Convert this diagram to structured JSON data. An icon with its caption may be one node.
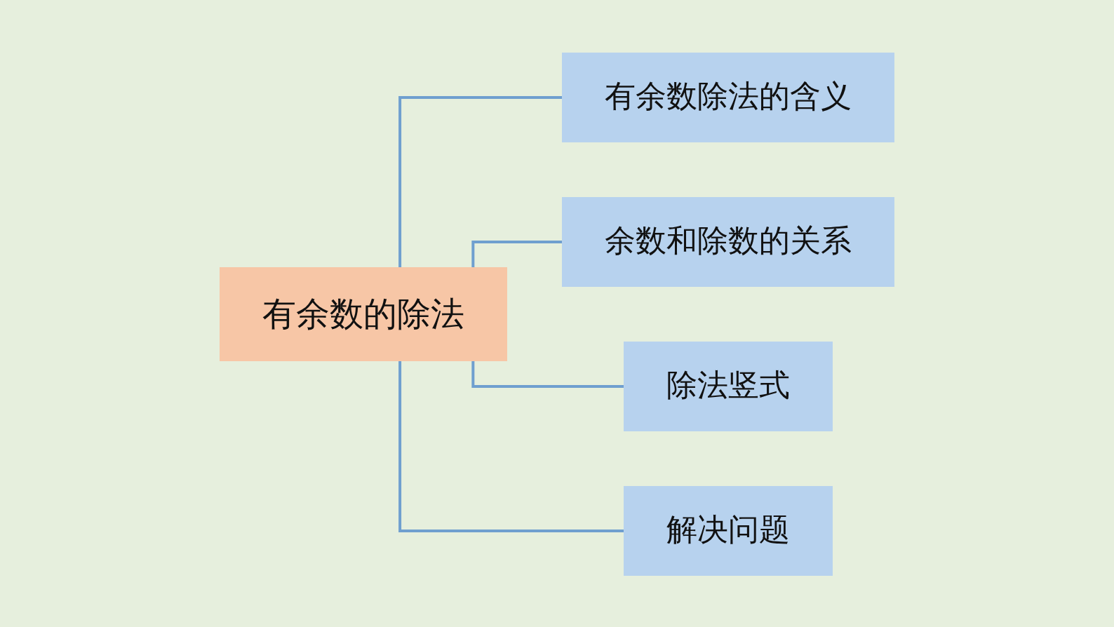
{
  "diagram": {
    "nodes": [
      {
        "text": [
          "有余数的除法"
        ]
      },
      {
        "text": [
          "有余数除法的含义"
        ]
      },
      {
        "text": [
          "余数和除数的关系"
        ]
      },
      {
        "text": [
          "除法竖式"
        ]
      },
      {
        "text": [
          "解决问题"
        ]
      }
    ],
    "edges": [
      {
        "from": 0,
        "to": 1,
        "arrow": "none"
      },
      {
        "from": 0,
        "to": 2,
        "arrow": "none"
      },
      {
        "from": 0,
        "to": 3,
        "arrow": "none"
      },
      {
        "from": 0,
        "to": 4,
        "arrow": "none"
      }
    ]
  }
}
